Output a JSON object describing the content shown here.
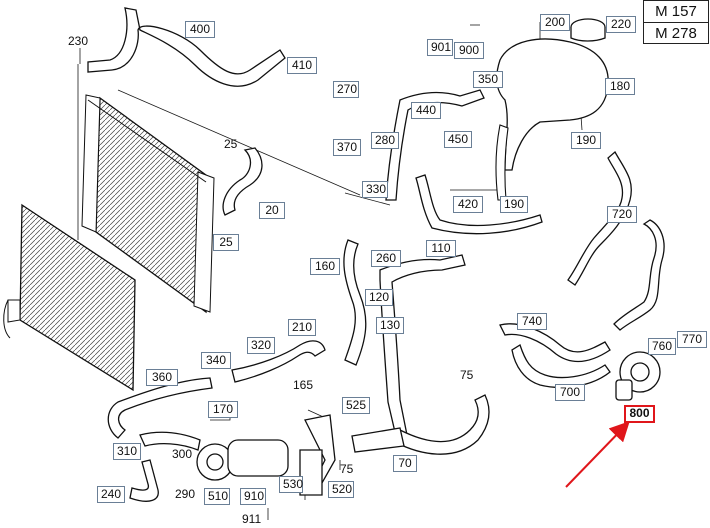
{
  "models": [
    "M 157",
    "M 278"
  ],
  "callouts": {
    "p20": "20",
    "p25a": "25",
    "p25b": "25",
    "p70": "70",
    "p75a": "75",
    "p75b": "75",
    "p110": "110",
    "p120": "120",
    "p130": "130",
    "p160": "160",
    "p165": "165",
    "p170": "170",
    "p180": "180",
    "p190a": "190",
    "p190b": "190",
    "p200": "200",
    "p210": "210",
    "p220": "220",
    "p230": "230",
    "p240": "240",
    "p260": "260",
    "p270": "270",
    "p280": "280",
    "p290": "290",
    "p300": "300",
    "p310": "310",
    "p320": "320",
    "p330": "330",
    "p340": "340",
    "p350": "350",
    "p360": "360",
    "p370": "370",
    "p400": "400",
    "p410": "410",
    "p420": "420",
    "p440": "440",
    "p450": "450",
    "p510": "510",
    "p520": "520",
    "p525": "525",
    "p530": "530",
    "p700": "700",
    "p720": "720",
    "p740": "740",
    "p760": "760",
    "p770": "770",
    "p800": "800",
    "p900": "900",
    "p901": "901",
    "p910": "910",
    "p911": "911"
  },
  "highlight": {
    "part": "800",
    "color": "#e0161b"
  },
  "colors": {
    "line": "#1a1a1a",
    "label_border": "#6a7f96",
    "arrow": "#e0161b"
  }
}
